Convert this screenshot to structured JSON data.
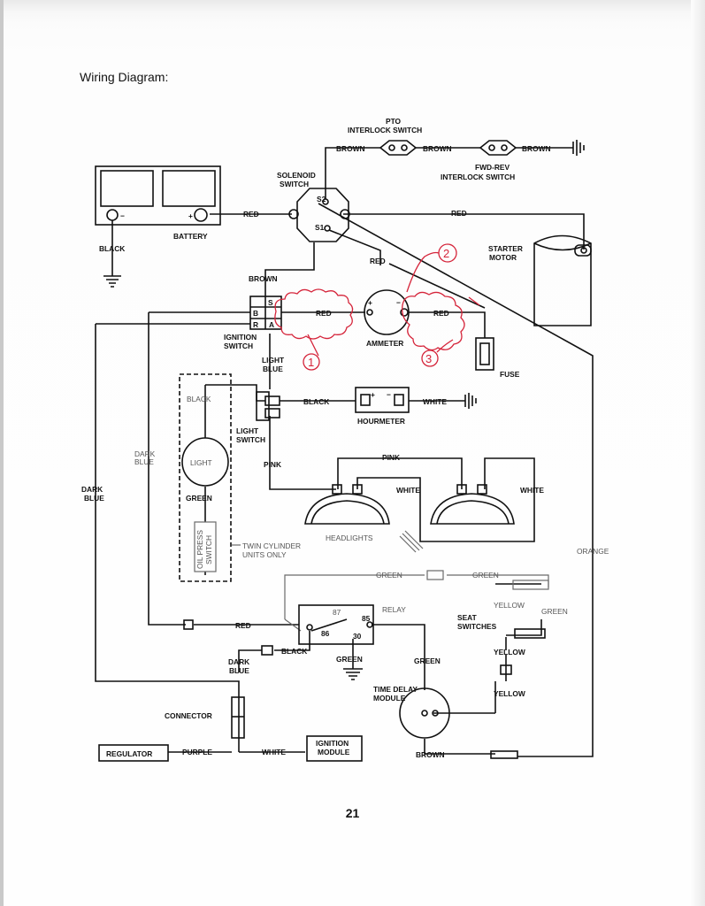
{
  "page": {
    "title": "Wiring Diagram:",
    "page_number": "21"
  },
  "diagram": {
    "components": {
      "battery": "BATTERY",
      "solenoid_switch": [
        "SOLENOID",
        "SWITCH"
      ],
      "solenoid_s2": "S2",
      "solenoid_s1": "S1",
      "pto_switch": [
        "PTO",
        "INTERLOCK SWITCH"
      ],
      "fwd_rev_switch": [
        "FWD-REV",
        "INTERLOCK SWITCH"
      ],
      "starter_motor": [
        "STARTER",
        "MOTOR"
      ],
      "ignition_switch": [
        "IGNITION",
        "SWITCH"
      ],
      "ignition_terminals": [
        "S",
        "B",
        "R",
        "A"
      ],
      "ammeter": "AMMETER",
      "fuse": "FUSE",
      "light_switch": [
        "LIGHT",
        "SWITCH"
      ],
      "hourmeter": "HOURMETER",
      "light": "LIGHT",
      "oil_press_switch": [
        "OIL PRESS",
        "SWITCH"
      ],
      "twin_cylinder": [
        "TWIN CYLINDER",
        "UNITS ONLY"
      ],
      "headlights": "HEADLIGHTS",
      "relay": "RELAY",
      "relay_terminals": [
        "87",
        "85",
        "86",
        "30"
      ],
      "seat_switches": [
        "SEAT",
        "SWITCHES"
      ],
      "time_delay_module": [
        "TIME DELAY",
        "MODULE"
      ],
      "connector": "CONNECTOR",
      "regulator": "REGULATOR",
      "ignition_module": [
        "IGNITION",
        "MODULE"
      ]
    },
    "wires": {
      "red": "RED",
      "black": "BLACK",
      "brown": "BROWN",
      "light_blue": [
        "LIGHT",
        "BLUE"
      ],
      "pink": "PINK",
      "white": "WHITE",
      "green": "GREEN",
      "dark_blue": [
        "DARK",
        "BLUE"
      ],
      "orange": "ORANGE",
      "yellow": "YELLOW",
      "purple": "PURPLE"
    },
    "symbols": {
      "plus": "+",
      "minus": "−"
    },
    "annotations": [
      "1",
      "2",
      "3"
    ]
  },
  "colors": {
    "ink": "#111111",
    "annotation": "#d5243a",
    "faint": "#6a6a6a"
  }
}
